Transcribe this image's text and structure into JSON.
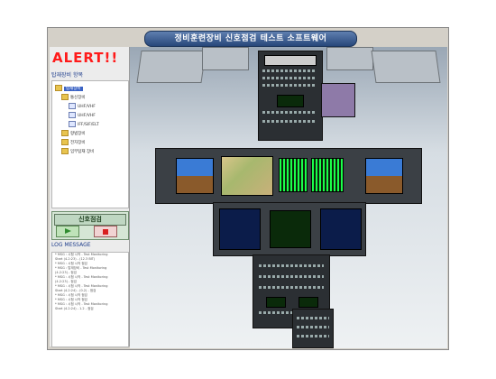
{
  "window": {
    "title": "정비훈련장비 신호점검 테스트 소프트웨어"
  },
  "sidebar": {
    "alert_text": "ALERT!!",
    "tree_header": "탑재장비 항목",
    "tree_items": [
      "탑재장비",
      "통신장비",
      "UHF/VHF",
      "UHF/VHF",
      "IFF/SIF/ELT",
      "항법장비",
      "전자장비",
      "임무탑재 장비"
    ],
    "signal_panel_label": "신호점검",
    "log_header": "LOG MESSAGE",
    "log_lines": [
      "* MSG : 시험 시작 - Test Monitoring",
      "  Start (4.2:23) - (12.3 BIT)",
      "* MSG : 시험 시작 점검",
      "* MSG : 탑재장비 - Test Monitoring",
      "  (4.2:23) - 점검",
      "* MSG : 시험 시작 - Test Monitoring",
      "  (4.2:23) - 점검",
      "* MSG : 시험 시작 - Test Monitoring",
      "  Start (4.2:24) - (0.2) - 점검",
      "* MSG : 시험 시작 점검",
      "* MSG : 시험 시작 점검",
      "* MSG : 시험 시작 - Test Monitoring",
      "  Start (4.2:24) - 1.2 - 점검"
    ]
  },
  "colors": {
    "alert": "#ff1a1a",
    "title_banner": "#27477a",
    "play": "#2e8b2e",
    "stop": "#d82020"
  },
  "icons": {
    "play": "play-icon",
    "stop": "stop-icon",
    "folder": "folder-icon",
    "document": "document-icon"
  }
}
